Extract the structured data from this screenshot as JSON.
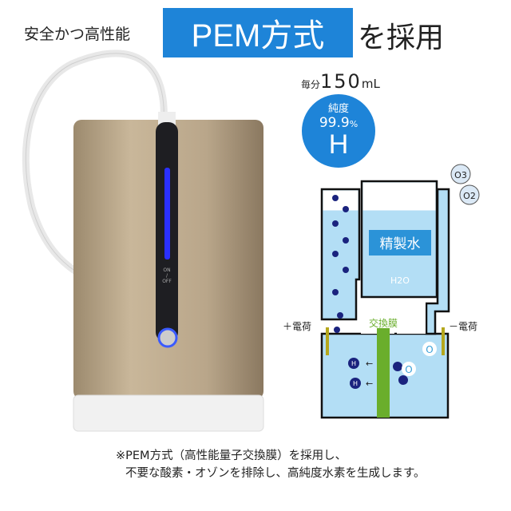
{
  "header": {
    "left": "安全かつ高性能",
    "highlight": "PEM方式",
    "right": "を採用"
  },
  "flow": {
    "prefix": "毎分",
    "value": "150",
    "unit": "mL"
  },
  "purity": {
    "label": "純度",
    "value": "99.9",
    "unit": "%",
    "symbol": "H"
  },
  "device": {
    "switch_on": "ON",
    "switch_sep": "/",
    "switch_off": "OFF"
  },
  "diagram": {
    "water_label": "精製水",
    "h2o": "H2O",
    "membrane": "交換膜",
    "plus": "＋電荷",
    "minus": "－電荷",
    "o3": "O3",
    "o2": "O2",
    "h": "H",
    "o": "O"
  },
  "note": {
    "line1": "※PEM方式（高性能量子交換膜）を採用し、",
    "line2": "不要な酸素・オゾンを排除し、高純度水素を生成します。"
  },
  "colors": {
    "accent": "#1e84d8",
    "water": "#b3def5",
    "membrane": "#6aae2c",
    "electrode": "#b5a71c"
  }
}
